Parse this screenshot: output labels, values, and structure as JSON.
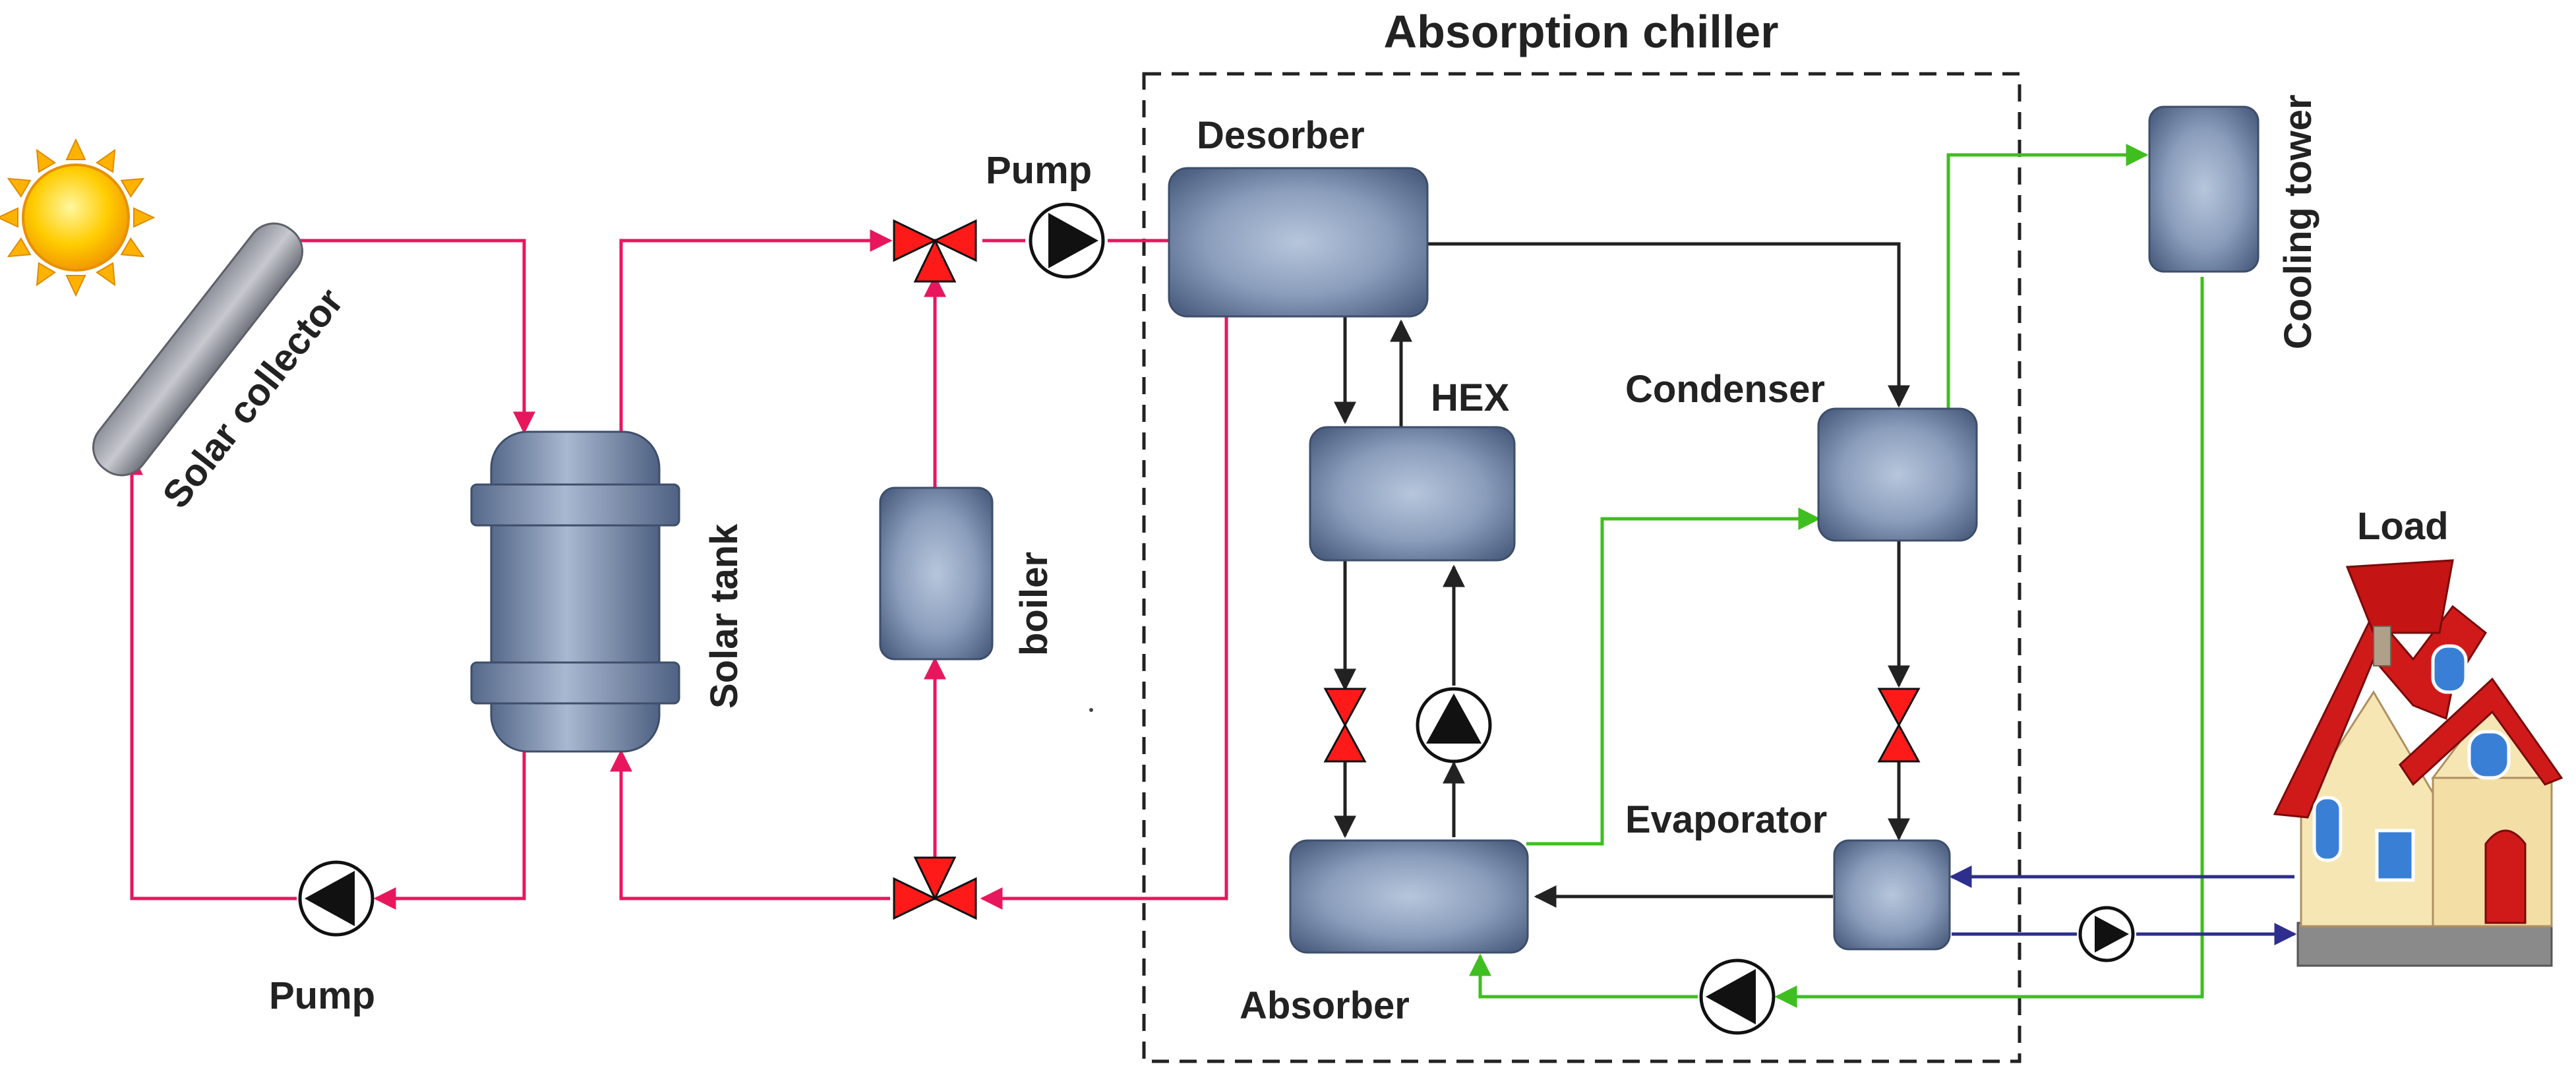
{
  "title": "Absorption chiller",
  "labels": {
    "solar_collector": "Solar collector",
    "solar_tank": "Solar tank",
    "boiler": "boiler",
    "pump_top": "Pump",
    "pump_bottom": "Pump",
    "desorber": "Desorber",
    "hex": "HEX",
    "condenser": "Condenser",
    "evaporator": "Evaporator",
    "absorber": "Absorber",
    "cooling_tower": "Cooling tower",
    "load": "Load"
  },
  "colors": {
    "hot_water_line": "#e8175d",
    "cooling_water_line": "#3fbf1f",
    "chilled_water_line": "#2e2e8f",
    "refrigerant_line": "#222222",
    "component_fill": "#5b6e8e",
    "valve": "#ff1a1a"
  },
  "icons": {
    "sun": "sun-icon",
    "house": "house-icon",
    "pump": "pump-icon",
    "valve": "valve-icon",
    "three_way_valve": "three-way-valve-icon"
  }
}
